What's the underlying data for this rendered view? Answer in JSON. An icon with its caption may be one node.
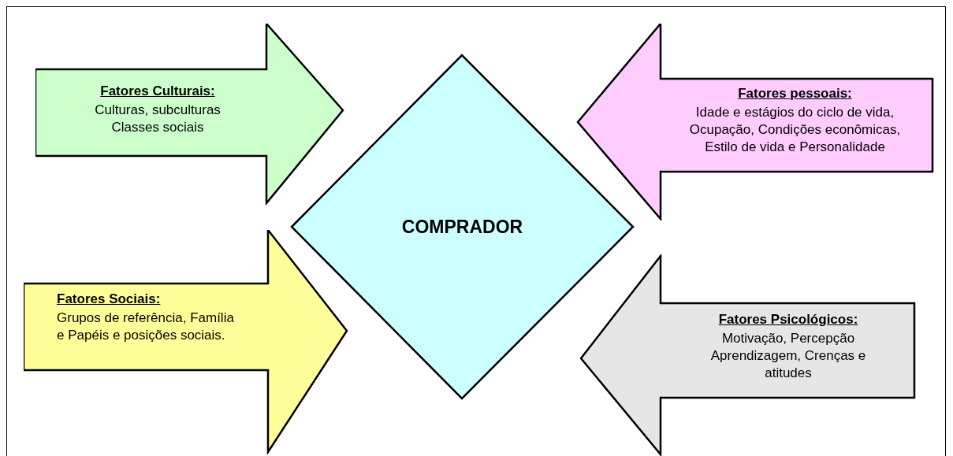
{
  "diagram": {
    "nodes": [
      {
        "text": [
          "Fatores Culturais:",
          "Culturas, subculturas Classes sociais"
        ]
      },
      {
        "text": [
          "Fatores pessoais:",
          "Idade e estágios do ciclo de vida, Ocupação, Condições econômicas, Estilo de vida e Personalidade"
        ]
      },
      {
        "text": [
          "COMPRADOR"
        ]
      },
      {
        "text": [
          "Fatores Sociais:",
          "Grupos de referência, Família e Papéis e posições sociais."
        ]
      },
      {
        "text": [
          "Fatores Psicológicos:",
          "Motivação, Percepção Aprendizagem, Crenças e atitudes"
        ]
      }
    ]
  }
}
